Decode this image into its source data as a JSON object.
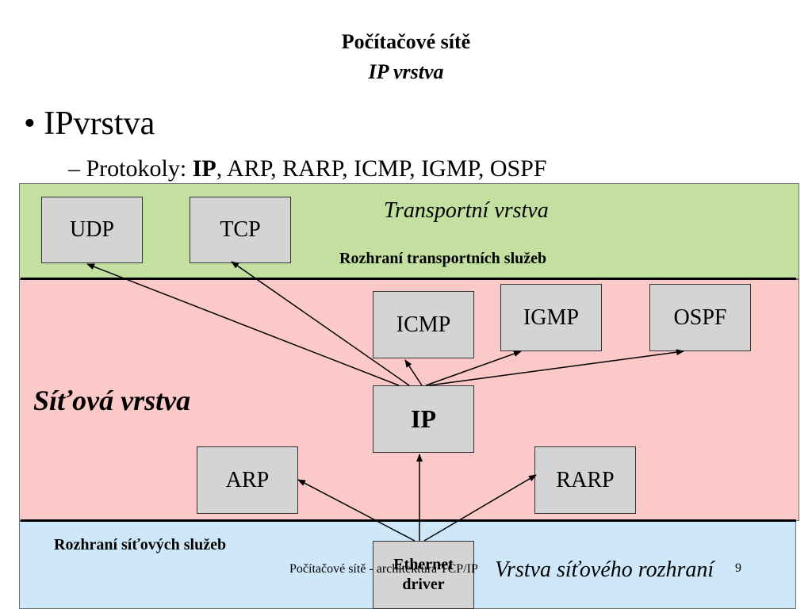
{
  "slide": {
    "title": "Počítačové sítě",
    "subtitle": "IP vrstva",
    "bullet": "IPvrstva",
    "sub_prefix": "Protokoly: ",
    "sub_bold": "IP",
    "sub_rest": ", ARP, RARP, ICMP, IGMP, OSPF",
    "dash": "–",
    "bullet_mark": "•"
  },
  "diagram": {
    "transport_layer": "Transportní vrstva",
    "transport_interface": "Rozhraní transportních služeb",
    "network_layer": "Síťová vrstva",
    "network_interface": "Rozhraní síťových služeb",
    "interface_layer": "Vrstva síťového rozhraní",
    "boxes": {
      "udp": "UDP",
      "tcp": "TCP",
      "icmp": "ICMP",
      "igmp": "IGMP",
      "ospf": "OSPF",
      "ip": "IP",
      "arp": "ARP",
      "rarp": "RARP",
      "ethernet_line1": "Ethernet",
      "ethernet_line2": "driver"
    }
  },
  "footer": {
    "text": "Počítačové sítě - architektura TCP/IP",
    "page": "9"
  },
  "colors": {
    "transport_band": "#c3e0a0",
    "network_band": "#fcc9c9",
    "interface_band": "#cfe8f9",
    "box_fill": "#d4d4d4"
  }
}
